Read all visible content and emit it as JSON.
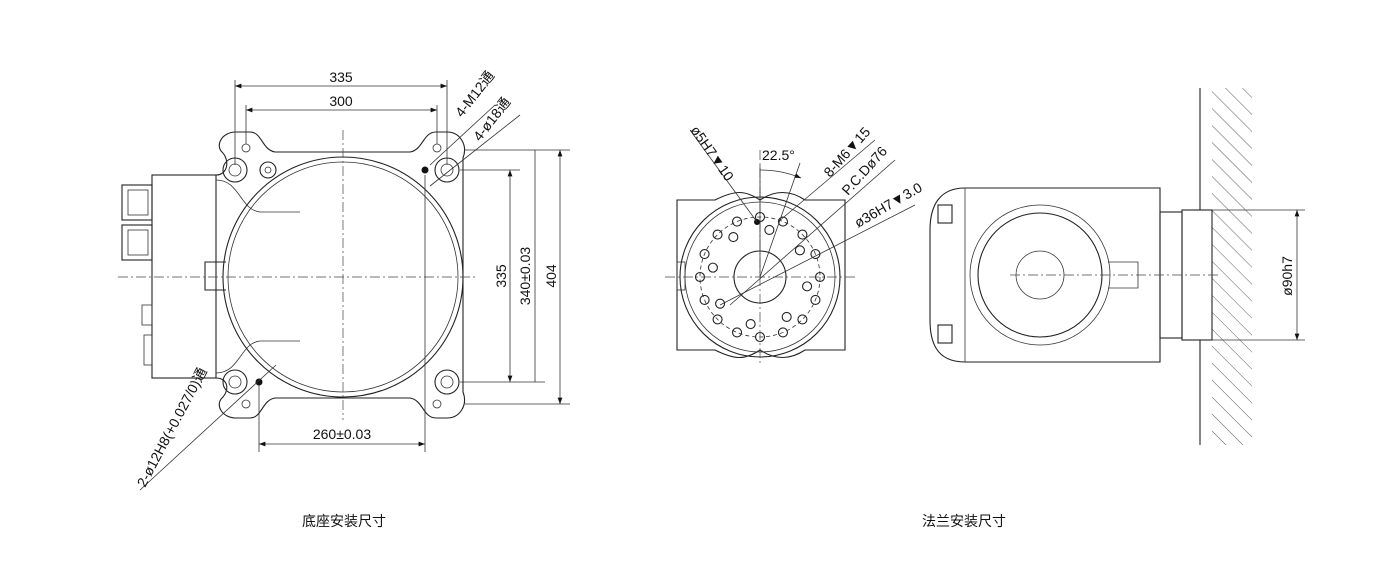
{
  "base_view": {
    "caption": "底座安装尺寸",
    "dims": {
      "outer_width": "335",
      "hole_width": "300",
      "height_335": "335",
      "height_340": "340±0.03",
      "height_404": "404",
      "bottom_260": "260±0.03",
      "thread_note": "4-M12通",
      "hole_note": "4-ø18通",
      "pin_note": "2-ø12H8(+0.027/0)通"
    }
  },
  "flange_view": {
    "caption": "法兰安装尺寸",
    "dims": {
      "pin": "ø5H7▼10",
      "angle": "22.5°",
      "thread": "8-M6▼15",
      "pcd": "P.C.Dø76",
      "bore": "ø36H7▼3.0",
      "flange_dia": "ø90h7"
    }
  }
}
